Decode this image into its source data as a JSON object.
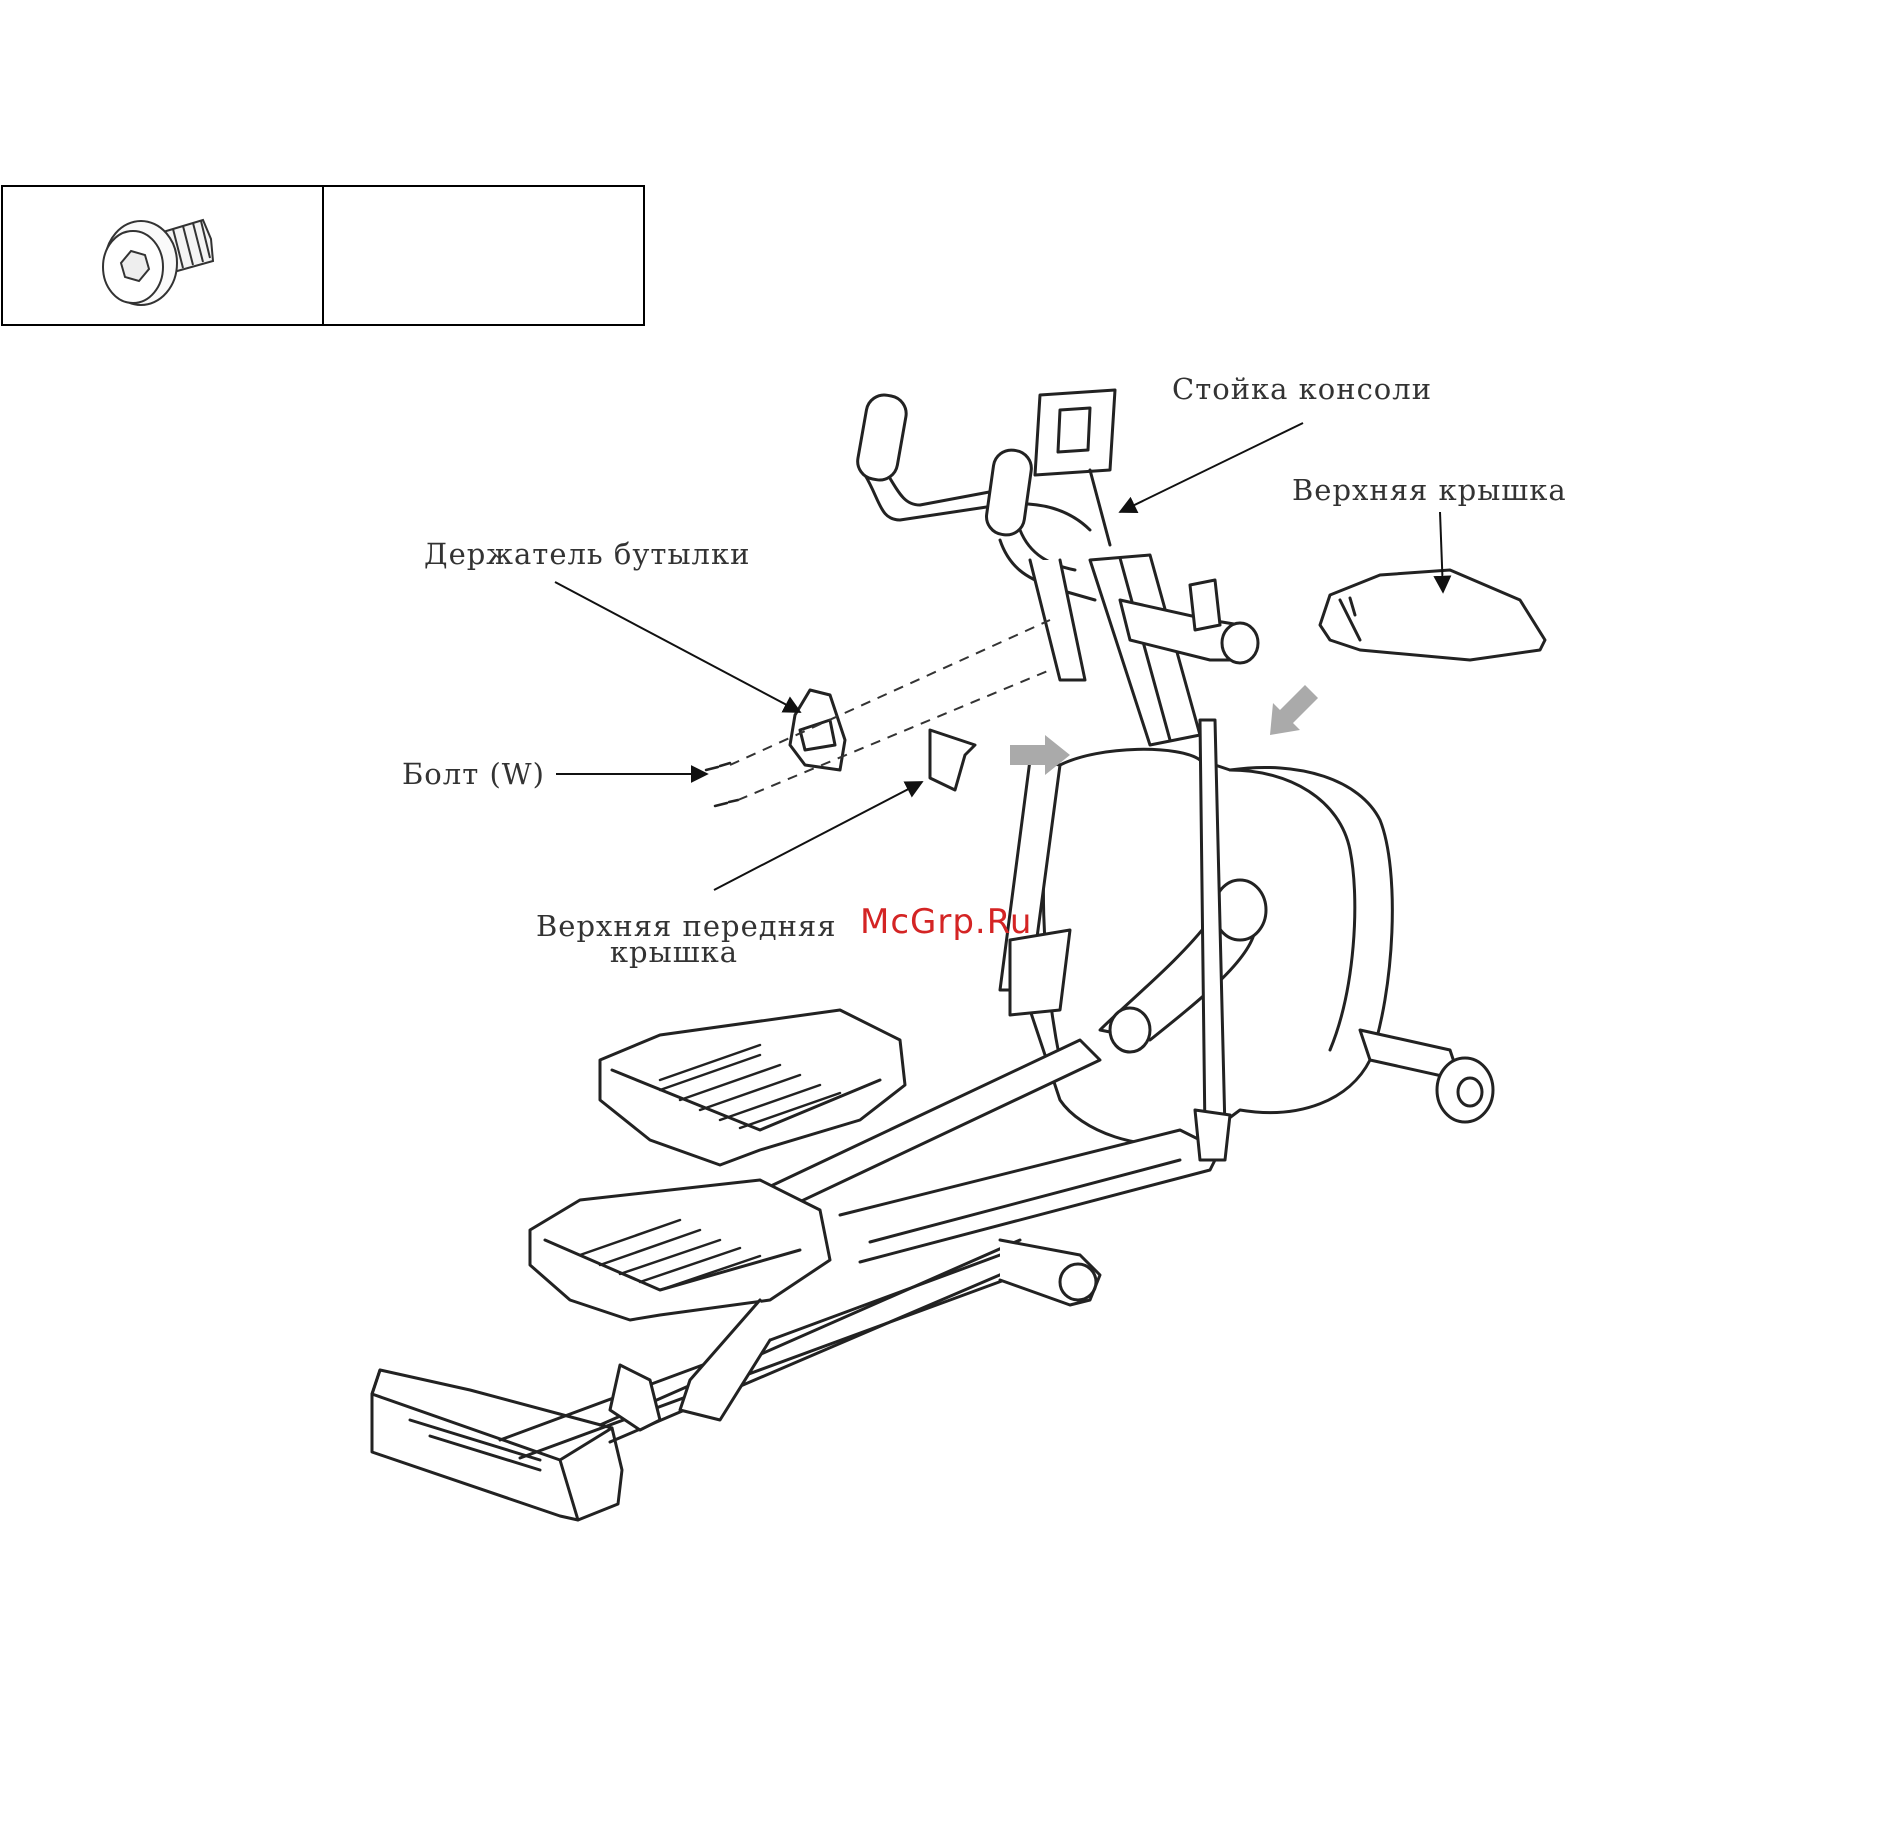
{
  "diagram": {
    "labels": {
      "console_mast": "Стойка консоли",
      "top_cover": "Верхняя крышка",
      "bottle_holder": "Держатель бутылки",
      "bolt": "Болт (W)",
      "front_cover_line1": "Верхняя передняя",
      "front_cover_line2": "крышка"
    },
    "watermark": "McGrp.Ru"
  },
  "colors": {
    "line": "#222222",
    "label_text": "#333333",
    "hint_arrow": "#aaaaaa",
    "watermark": "#d42424"
  },
  "icons": [
    "hex-bolt-icon",
    "elliptical-trainer-drawing"
  ]
}
